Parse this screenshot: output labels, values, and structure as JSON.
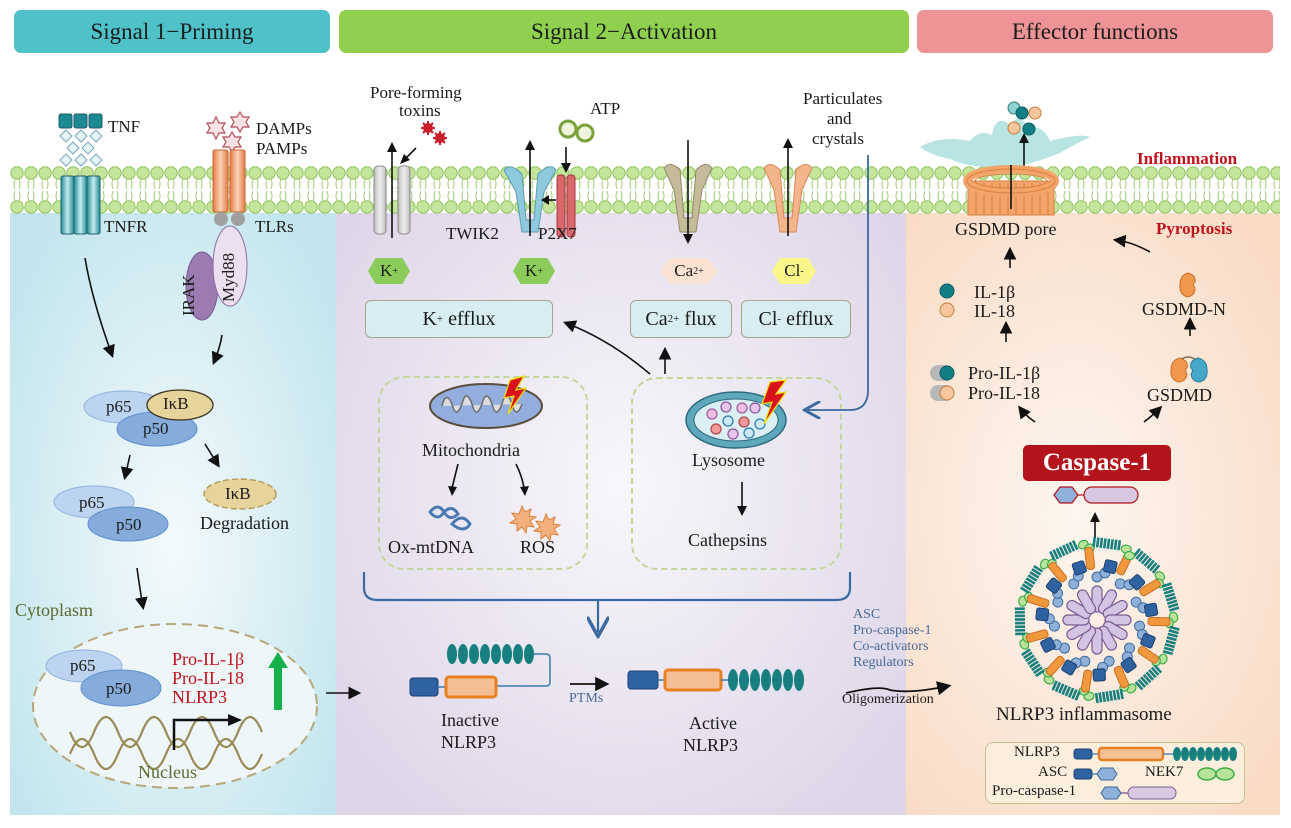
{
  "headers": {
    "signal1": "Signal 1−Priming",
    "signal2": "Signal 2−Activation",
    "effector": "Effector functions"
  },
  "colors": {
    "signal1_header": "#4fc1c9",
    "signal2_header": "#8fd14f",
    "effector_header": "#ee9396",
    "signal1_panel": "#c3e6ee",
    "signal2_panel": "#e3dcec",
    "effector_panel": "#fbe1cc",
    "membrane": "#b8e08a",
    "caspase": "#b3141b",
    "red_text": "#c0121c",
    "blue_text": "#4a6a96"
  },
  "signal1": {
    "tnf": "TNF",
    "tnfr": "TNFR",
    "damps": "DAMPs",
    "pamps": "PAMPs",
    "tlrs": "TLRs",
    "irak": "IRAK",
    "myd88": "Myd88",
    "p65": "p65",
    "p50": "p50",
    "ikb": "IκB",
    "degradation": "Degradation",
    "cytoplasm": "Cytoplasm",
    "nucleus": "Nucleus",
    "genes": [
      "Pro-IL-1β",
      "Pro-IL-18",
      "NLRP3"
    ]
  },
  "signal2": {
    "pore_toxins": [
      "Pore-forming",
      "toxins"
    ],
    "atp": "ATP",
    "particulates": [
      "Particulates",
      "and",
      "crystals"
    ],
    "twik2": "TWIK2",
    "p2x7": "P2X7",
    "ion_k": "K",
    "ion_k_sup": "+",
    "ion_ca": "Ca",
    "ion_ca_sup": "2+",
    "ion_cl": "Cl",
    "ion_cl_sup": "-",
    "k_efflux": " efflux",
    "ca_flux": " flux",
    "cl_efflux": " efflux",
    "mitochondria": "Mitochondria",
    "ox_mtdna": "Ox-mtDNA",
    "ros": "ROS",
    "lysosome": "Lysosome",
    "cathepsins": "Cathepsins",
    "inactive_nlrp3": [
      "Inactive",
      "NLRP3"
    ],
    "active_nlrp3": [
      "Active",
      "NLRP3"
    ],
    "ptms": "PTMs",
    "oligo_factors": [
      "ASC",
      "Pro-caspase-1",
      "Co-activators",
      "Regulators"
    ],
    "oligomerization": "Oligomerization"
  },
  "effector": {
    "inflammation": "Inflammation",
    "pyroptosis": "Pyroptosis",
    "gsdmd_pore": "GSDMD pore",
    "il1b": "IL-1β",
    "il18": "IL-18",
    "pro_il1b": "Pro-IL-1β",
    "pro_il18": "Pro-IL-18",
    "gsdmd_n": "GSDMD-N",
    "gsdmd": "GSDMD",
    "caspase1": "Caspase-1",
    "inflammasome": "NLRP3 inflammasome",
    "legend": {
      "nlrp3": "NLRP3",
      "asc": "ASC",
      "nek7": "NEK7",
      "pro_caspase1": "Pro-caspase-1"
    }
  }
}
